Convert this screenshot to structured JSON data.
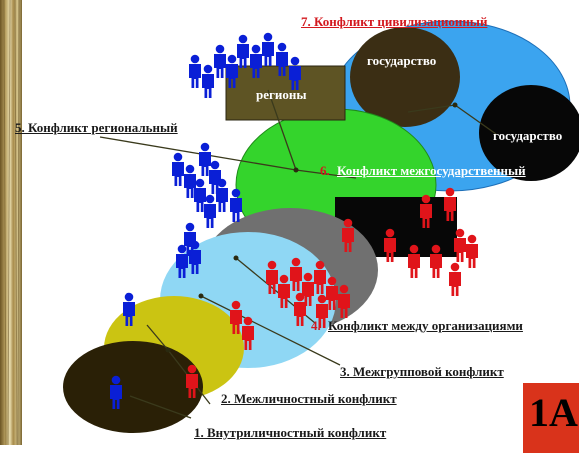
{
  "labels": {
    "l7": "7. Конфликт  цивилизационный",
    "l6_num": "6.",
    "l6_text": "Конфликт межгосударственный",
    "l5": "5. Конфликт региональный",
    "l4_num": "4.",
    "l4_text": "Конфликт между организациями",
    "l3": "3. Межгрупповой  конфликт",
    "l2": "2. Межличностный  конфликт",
    "l1": "1. Внутриличностный  конфликт",
    "state1": "государство",
    "state2": "государство",
    "regions": "регионы"
  },
  "badge": "1A",
  "colors": {
    "blue_people": "#0a1fd6",
    "red_people": "#e0141a",
    "label_red": "#d3181e"
  }
}
